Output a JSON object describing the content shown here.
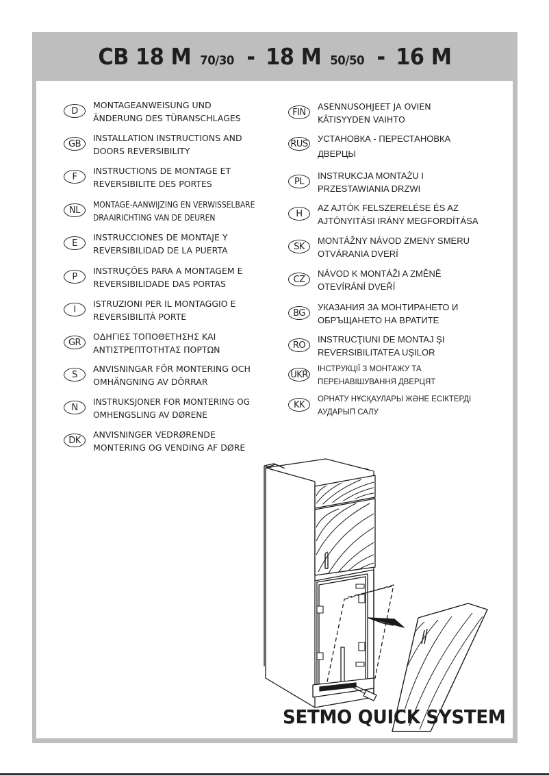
{
  "header": {
    "models": [
      {
        "name": "CB 18 M",
        "ratio": "70/30"
      },
      {
        "name": "18 M",
        "ratio": "50/50"
      },
      {
        "name": "16 M",
        "ratio": ""
      }
    ],
    "separator": "-"
  },
  "languages_left": [
    {
      "code": "D",
      "line1": "MONTAGEANWEISUNG UND",
      "line2": "ÄNDERUNG DES TÜRANSCHLAGES"
    },
    {
      "code": "GB",
      "line1": "INSTALLATION INSTRUCTIONS AND",
      "line2": "DOORS REVERSIBILITY"
    },
    {
      "code": "F",
      "line1": "INSTRUCTIONS DE MONTAGE ET",
      "line2": "REVERSIBILITE DES PORTES"
    },
    {
      "code": "NL",
      "line1": "MONTAGE-AANWIJZING EN VERWISSELBARE",
      "line2": "DRAAIRICHTING VAN DE DEUREN"
    },
    {
      "code": "E",
      "line1": "INSTRUCCIONES DE MONTAJE Y",
      "line2": "REVERSIBILIDAD DE LA PUERTA"
    },
    {
      "code": "P",
      "line1": "INSTRUÇÕES PARA A MONTAGEM E",
      "line2": "REVERSIBILIDADE DAS PORTAS"
    },
    {
      "code": "I",
      "line1": "ISTRUZIONI PER IL MONTAGGIO E",
      "line2": "REVERSIBILITÀ PORTE"
    },
    {
      "code": "GR",
      "line1": "ΟΔΗΓΙΕΣ ΤΟΠΟΘΕΤΗΣΗΣ ΚΑΙ",
      "line2": "ΑΝΤΙΣΤΡΕΠΤΟΤΗΤΑΣ ΠΟΡΤΩΝ"
    },
    {
      "code": "S",
      "line1": "ANVISNINGAR FÖR MONTERING OCH",
      "line2": "OMHÄNGNING AV DÖRRAR"
    },
    {
      "code": "N",
      "line1": "INSTRUKSJONER FOR MONTERING OG",
      "line2": "OMHENGSLING AV DØRENE"
    },
    {
      "code": "DK",
      "line1": "ANVISNINGER VEDRØRENDE",
      "line2": "MONTERING OG VENDING AF DØRE"
    }
  ],
  "languages_right": [
    {
      "code": "FIN",
      "line1": "ASENNUSOHJEET JA OVIEN",
      "line2": "KÄTISYYDEN VAIHTO"
    },
    {
      "code": "RUS",
      "line1": "УСТАНОВКА - ПЕРЕСТАНОВКА",
      "line2": "ДВЕРЦЫ"
    },
    {
      "code": "PL",
      "line1": "INSTRUKCJA MONTAŻU I",
      "line2": "PRZESTAWIANIA DRZWI"
    },
    {
      "code": "H",
      "line1": "AZ AJTÓK FELSZERELÉSE ÉS AZ",
      "line2": "AJTÓNYITÁSI IRÁNY MEGFORDÍTÁSA"
    },
    {
      "code": "SK",
      "line1": "MONTÁŽNY NÁVOD ZMENY SMERU",
      "line2": "OTVÁRANIA DVERÍ"
    },
    {
      "code": "CZ",
      "line1": "NÁVOD K MONTÁŽI A ZMĚNĚ",
      "line2": "OTEVÍRÁNÍ DVEŘÍ"
    },
    {
      "code": "BG",
      "line1": "УКАЗАНИЯ ЗА МОНТИРАНЕТО И",
      "line2": "ОБРЪЩАНЕТО НА ВРАТИТЕ"
    },
    {
      "code": "RO",
      "line1": "INSTRUCŢIUNI DE MONTAJ ŞI",
      "line2": "REVERSIBILITATEA UŞILOR"
    },
    {
      "code": "UKR",
      "line1": "ІНСТРУКЦІЇ З МОНТАЖУ ТА",
      "line2": "ПЕРЕНАВІШУВАННЯ ДВЕРЦЯТ"
    },
    {
      "code": "KK",
      "line1": "ОРНАТУ НҰСҚАУЛАРЫ ЖӘНЕ ЕСІКТЕРДІ",
      "line2": "АУДАРЫП САЛУ"
    }
  ],
  "illustration": {
    "subject": "fridge-freezer-door-reversal-diagram"
  },
  "footer": {
    "brand": "SETMO QUICK SYSTEM"
  },
  "colors": {
    "frame": "#bebebe",
    "text": "#1e1e1e",
    "background": "#ffffff"
  }
}
